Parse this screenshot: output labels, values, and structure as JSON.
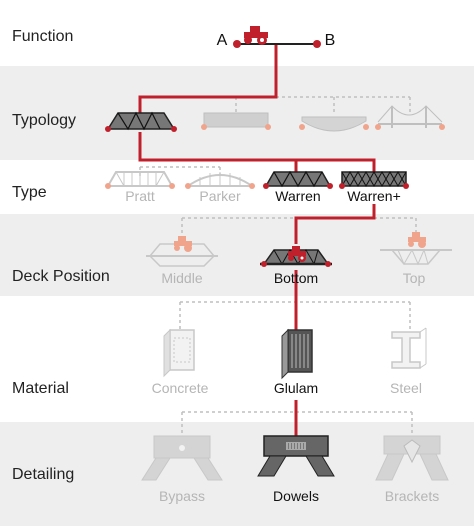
{
  "colors": {
    "accent": "#c0202b",
    "inactive": "#bfbfbf",
    "active_dark": "#333333",
    "band": "#eeeeef"
  },
  "function": {
    "label": "Function",
    "point_a": "A",
    "point_b": "B",
    "icon": "tractor-icon"
  },
  "typology": {
    "label": "Typology",
    "options": [
      "truss-icon",
      "beam-icon",
      "arch-icon",
      "suspension-icon"
    ],
    "selected": "truss-icon"
  },
  "type": {
    "label": "Type",
    "options": [
      "Pratt",
      "Parker",
      "Warren",
      "Warren+"
    ],
    "selected": [
      "Warren",
      "Warren+"
    ]
  },
  "deck_position": {
    "label": "Deck Position",
    "options": [
      "Middle",
      "Bottom",
      "Top"
    ],
    "selected": "Bottom"
  },
  "material": {
    "label": "Material",
    "options": [
      "Concrete",
      "Glulam",
      "Steel"
    ],
    "selected": "Glulam"
  },
  "detailing": {
    "label": "Detailing",
    "options": [
      "Bypass",
      "Dowels",
      "Brackets"
    ],
    "selected": "Dowels"
  }
}
